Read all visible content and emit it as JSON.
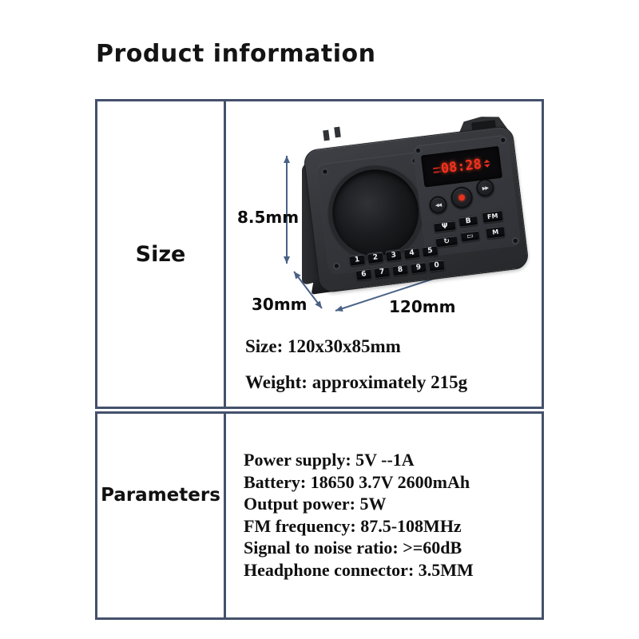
{
  "page": {
    "title": "Product information",
    "background": "#ffffff"
  },
  "colors": {
    "table_border": "#44516c",
    "dimension_arrow": "#4a6186",
    "led_red": "#f5311d",
    "device_body": "#2f3134"
  },
  "table": {
    "size_row_label": "Size",
    "parameters_row_label": "Parameters"
  },
  "size_section": {
    "dimension_labels": {
      "height": "8.5mm",
      "depth": "30mm",
      "width": "120mm"
    },
    "lines": [
      "Size: 120x30x85mm",
      "Weight: approximately 215g"
    ]
  },
  "parameters_section": {
    "lines": [
      "Power supply: 5V --1A",
      "Battery: 18650 3.7V 2600mAh",
      "Output power: 5W",
      "FM frequency: 87.5-108MHz",
      "Signal to noise ratio: >=60dB",
      "Headphone connector: 3.5MM"
    ]
  },
  "device": {
    "display": {
      "time": "08:28"
    },
    "buttons": {
      "previous_icon": "◀◀",
      "record_icon": "●",
      "next_icon": "▶▶"
    },
    "keys": {
      "numbers_row1": [
        "1",
        "2",
        "3",
        "4",
        "5"
      ],
      "numbers_row2": [
        "6",
        "7",
        "8",
        "9",
        "0"
      ],
      "mic_icon": "Ψ",
      "b_label": "B",
      "fm_label": "FM",
      "repeat_icon": "↻",
      "folder_icon": "▭",
      "m_label": "M"
    }
  }
}
